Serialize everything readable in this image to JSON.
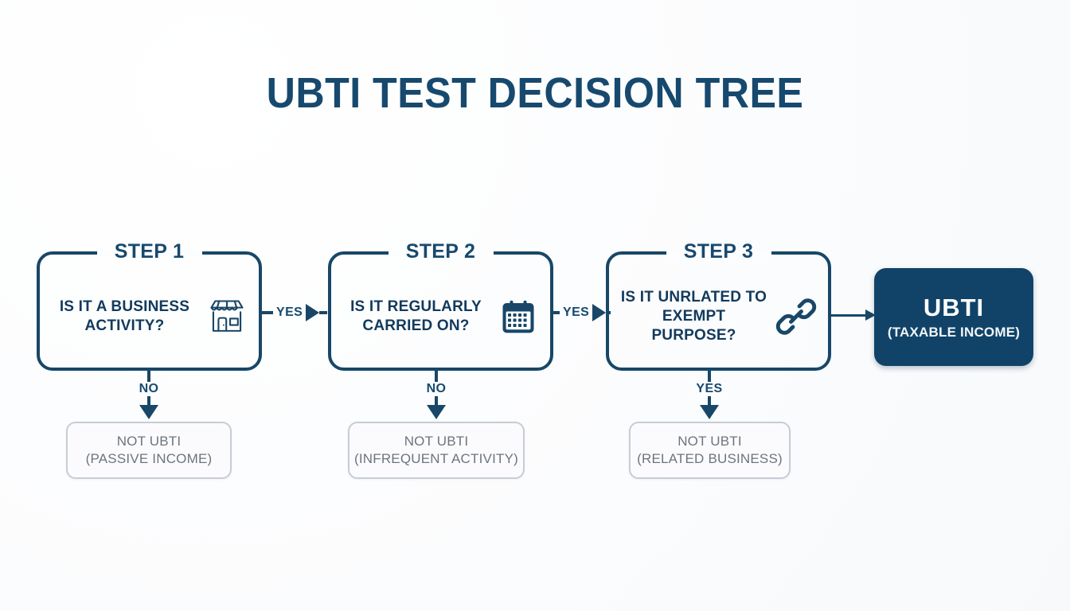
{
  "title": "UBTI TEST DECISION TREE",
  "theme": {
    "navy": "#184767",
    "navy_dark": "#114368",
    "text_navy": "#123a5c",
    "gray_text": "#6d7480",
    "gray_border": "#c7ccd6",
    "background": "#fdfdfe"
  },
  "steps": [
    {
      "label": "STEP 1",
      "question": "IS IT A BUSINESS ACTIVITY?",
      "icon": "storefront-icon",
      "branch_label": "NO",
      "yes_label": "YES",
      "outcome_main": "NOT UBTI",
      "outcome_sub": "(PASSIVE INCOME)"
    },
    {
      "label": "STEP 2",
      "question": "IS IT REGULARLY CARRIED ON?",
      "icon": "calendar-icon",
      "branch_label": "NO",
      "yes_label": "YES",
      "outcome_main": "NOT UBTI",
      "outcome_sub": "(INFREQUENT ACTIVITY)"
    },
    {
      "label": "STEP 3",
      "question": "IS IT UNRLATED TO EXEMPT PURPOSE?",
      "icon": "chain-link-icon",
      "branch_label": "YES",
      "yes_label": "",
      "outcome_main": "NOT UBTI",
      "outcome_sub": "(RELATED BUSINESS)"
    }
  ],
  "result": {
    "title": "UBTI",
    "subtitle": "(TAXABLE INCOME)"
  },
  "chart_data": {
    "type": "diagram",
    "title": "UBTI TEST DECISION TREE",
    "nodes": [
      {
        "id": "step1",
        "label": "STEP 1",
        "text": "IS IT A BUSINESS ACTIVITY?",
        "kind": "decision"
      },
      {
        "id": "step2",
        "label": "STEP 2",
        "text": "IS IT REGULARLY CARRIED ON?",
        "kind": "decision"
      },
      {
        "id": "step3",
        "label": "STEP 3",
        "text": "IS IT UNRLATED TO EXEMPT PURPOSE?",
        "kind": "decision"
      },
      {
        "id": "out1",
        "text": "NOT UBTI (PASSIVE INCOME)",
        "kind": "terminal-negative"
      },
      {
        "id": "out2",
        "text": "NOT UBTI (INFREQUENT ACTIVITY)",
        "kind": "terminal-negative"
      },
      {
        "id": "out3",
        "text": "NOT UBTI (RELATED BUSINESS)",
        "kind": "terminal-negative"
      },
      {
        "id": "ubti",
        "text": "UBTI (TAXABLE INCOME)",
        "kind": "terminal-positive"
      }
    ],
    "edges": [
      {
        "from": "step1",
        "to": "step2",
        "label": "YES"
      },
      {
        "from": "step2",
        "to": "step3",
        "label": "YES"
      },
      {
        "from": "step3",
        "to": "ubti",
        "label": ""
      },
      {
        "from": "step1",
        "to": "out1",
        "label": "NO"
      },
      {
        "from": "step2",
        "to": "out2",
        "label": "NO"
      },
      {
        "from": "step3",
        "to": "out3",
        "label": "YES"
      }
    ]
  }
}
